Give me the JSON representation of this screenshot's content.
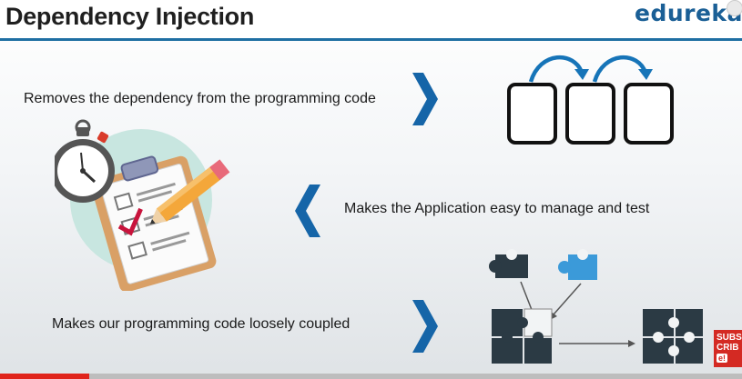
{
  "title": "Dependency Injection",
  "brand": "edureka",
  "points": [
    "Removes the dependency from the programming code",
    "Makes the Application easy to manage and test",
    "Makes our programming code loosely coupled"
  ],
  "subscribe_badge": {
    "line1": "SUBS",
    "line2": "CRIB",
    "line3": "e!"
  },
  "video_progress": 0.12,
  "colors": {
    "accent_blue": "#1f6fa3",
    "brand_blue": "#1a5f96",
    "chevron_blue": "#1565a8",
    "puzzle_dark": "#2b3a44",
    "puzzle_light": "#3b9ad9",
    "progress_red": "#e0241b"
  }
}
